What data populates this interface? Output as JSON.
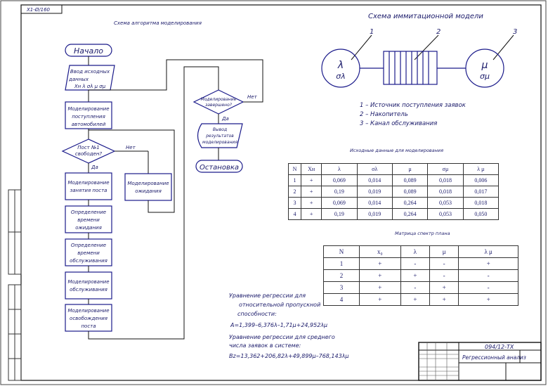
{
  "sheet": {
    "stamp_code": "Х1-Ø/160",
    "title_block_code": "094/12-ТХ",
    "title_block_name": "Регрессионный анализ"
  },
  "algorithm": {
    "title": "Схема алгоритма моделирования",
    "start": "Начало",
    "input": [
      "Ввод исходных",
      "данных",
      "Xн λ σλ μ σμ"
    ],
    "model_arrivals": [
      "Моделирование",
      "поступления",
      "автомобилей"
    ],
    "decision_free": [
      "Пост №1",
      "свободен?"
    ],
    "label_no": "Нет",
    "label_yes": "Да",
    "model_waiting": [
      "Моделирование",
      "ожидания"
    ],
    "model_occupy": [
      "Моделирование",
      "занятия поста"
    ],
    "wait_time": [
      "Определение",
      "времени",
      "ожидания"
    ],
    "service_time": [
      "Определение",
      "времени",
      "обслуживания"
    ],
    "model_service": [
      "Моделирование",
      "обслуживания"
    ],
    "model_release": [
      "Моделирование",
      "освобождения",
      "поста"
    ],
    "decision_done": [
      "Моделирование",
      "завершено?"
    ],
    "output": [
      "Вывод",
      "результатов",
      "моделирования"
    ],
    "stop": "Остановка"
  },
  "simulation": {
    "title": "Схема иммитационной модели",
    "num1": "1",
    "num2": "2",
    "num3": "3",
    "source_symbols": [
      "λ",
      "σλ"
    ],
    "channel_symbols": [
      "μ",
      "σμ"
    ],
    "legend": [
      "1 – Источник поступления заявок",
      "2 – Накопитель",
      "3 – Канал обслуживания"
    ]
  },
  "initial_data": {
    "title": "Исходные данные для моделирования",
    "headers": [
      "N",
      "Xн",
      "λ",
      "σλ",
      "μ",
      "σμ",
      "λ μ"
    ],
    "rows": [
      [
        "1",
        "+",
        "0,069",
        "0,014",
        "0,089",
        "0,018",
        "0,006"
      ],
      [
        "2",
        "+",
        "0,19",
        "0,019",
        "0,089",
        "0,018",
        "0,017"
      ],
      [
        "3",
        "+",
        "0,069",
        "0,014",
        "0,264",
        "0,053",
        "0,018"
      ],
      [
        "4",
        "+",
        "0,19",
        "0,019",
        "0,264",
        "0,053",
        "0,050"
      ]
    ]
  },
  "plan_matrix": {
    "title": "Матрица спектр плана",
    "headers": [
      "N",
      "x₀",
      "λ",
      "μ",
      "λ μ"
    ],
    "rows": [
      [
        "1",
        "+",
        "-",
        "-",
        "+"
      ],
      [
        "2",
        "+",
        "+",
        "-",
        "-"
      ],
      [
        "3",
        "+",
        "-",
        "+",
        "-"
      ],
      [
        "4",
        "+",
        "+",
        "+",
        "+"
      ]
    ]
  },
  "equations": {
    "eq1_title": [
      "Уравнение регрессии для",
      "относительной пропускной",
      "способности:"
    ],
    "eq1": "A=1,399–6,376λ–1,71μ+24,952λμ",
    "eq2_title": [
      "Уравнение регрессии для среднего",
      "числа заявок в системе:"
    ],
    "eq2": "Bz=13,362+206,82λ+49,899μ–768,143λμ"
  }
}
